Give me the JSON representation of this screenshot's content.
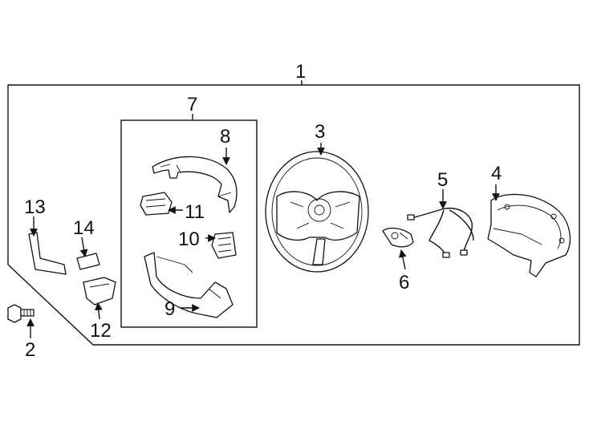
{
  "diagram": {
    "colors": {
      "ink": "#111111",
      "paper": "#ffffff"
    },
    "callouts": {
      "c1": "1",
      "c2": "2",
      "c3": "3",
      "c4": "4",
      "c5": "5",
      "c6": "6",
      "c7": "7",
      "c8": "8",
      "c9": "9",
      "c10": "10",
      "c11": "11",
      "c12": "12",
      "c13": "13",
      "c14": "14"
    }
  }
}
